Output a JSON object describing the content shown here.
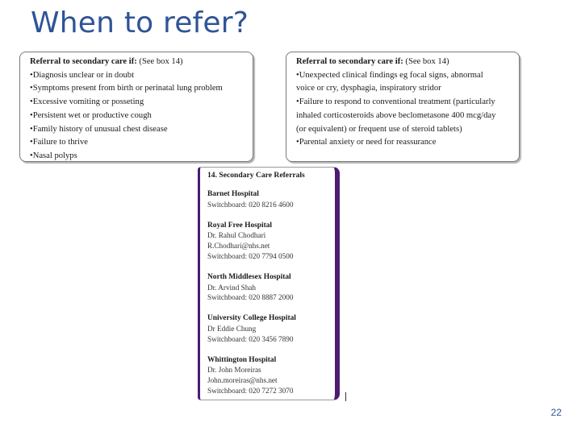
{
  "slide": {
    "title": "When to refer?",
    "page_number": "22"
  },
  "left_box": {
    "heading_bold": "Referral to secondary care if:",
    "heading_note": " (See box 14)",
    "items": [
      "•Diagnosis unclear or in doubt",
      "•Symptoms present from birth or perinatal lung problem",
      "•Excessive vomiting or posseting",
      "•Persistent wet or productive cough",
      "•Family history of unusual chest disease",
      "•Failure to thrive",
      "•Nasal polyps"
    ]
  },
  "right_box": {
    "heading_bold": "Referral to secondary care if:",
    "heading_note": " (See box 14)",
    "items": [
      "•Unexpected clinical findings eg focal signs, abnormal",
      "voice or cry, dysphagia, inspiratory stridor",
      "•Failure to respond to conventional treatment (particularly",
      "inhaled corticosteroids above beclometasone 400 mcg/day",
      "(or equivalent) or frequent use of steroid tablets)",
      "•Parental anxiety or need for reassurance"
    ]
  },
  "referrals": {
    "heading": "14. Secondary Care Referrals",
    "hospitals": [
      {
        "name": "Barnet Hospital",
        "lines": [
          "Switchboard: 020 8216 4600"
        ]
      },
      {
        "name": "Royal Free Hospital",
        "lines": [
          "Dr. Rahul Chodhari",
          "R.Chodhari@nhs.net",
          "Switchboard: 020 7794 0500"
        ]
      },
      {
        "name": "North Middlesex Hospital",
        "lines": [
          "Dr. Arvind Shah",
          "Switchboard: 020 8887 2000"
        ]
      },
      {
        "name": "University College Hospital",
        "lines": [
          "Dr Eddie Chung",
          "Switchboard: 020 3456 7890"
        ]
      },
      {
        "name": "Whittington Hospital",
        "lines": [
          "Dr. John Moreiras",
          "John.moreiras@nhs.net",
          "Switchboard: 020 7272 3070"
        ]
      }
    ]
  }
}
